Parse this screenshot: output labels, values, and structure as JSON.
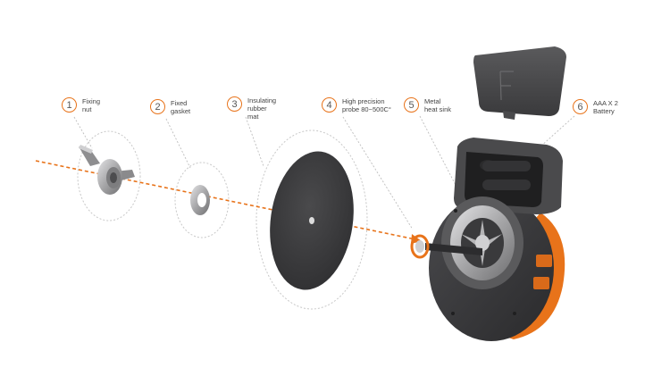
{
  "colors": {
    "accent": "#e8731a",
    "dark_part": "#3b3b3d",
    "metal": "#a9a9ab",
    "guide_dots": "#c8c8c8"
  },
  "callouts": [
    {
      "num": "1",
      "label": "Fixing\nnut"
    },
    {
      "num": "2",
      "label": "Fixed\ngasket"
    },
    {
      "num": "3",
      "label": "Insulating\nrubber\nmat"
    },
    {
      "num": "4",
      "label": "High precision\nprobe 80~500C°"
    },
    {
      "num": "5",
      "label": "Metal\nheat sink"
    },
    {
      "num": "6",
      "label": "AAA X 2\nBattery"
    }
  ]
}
